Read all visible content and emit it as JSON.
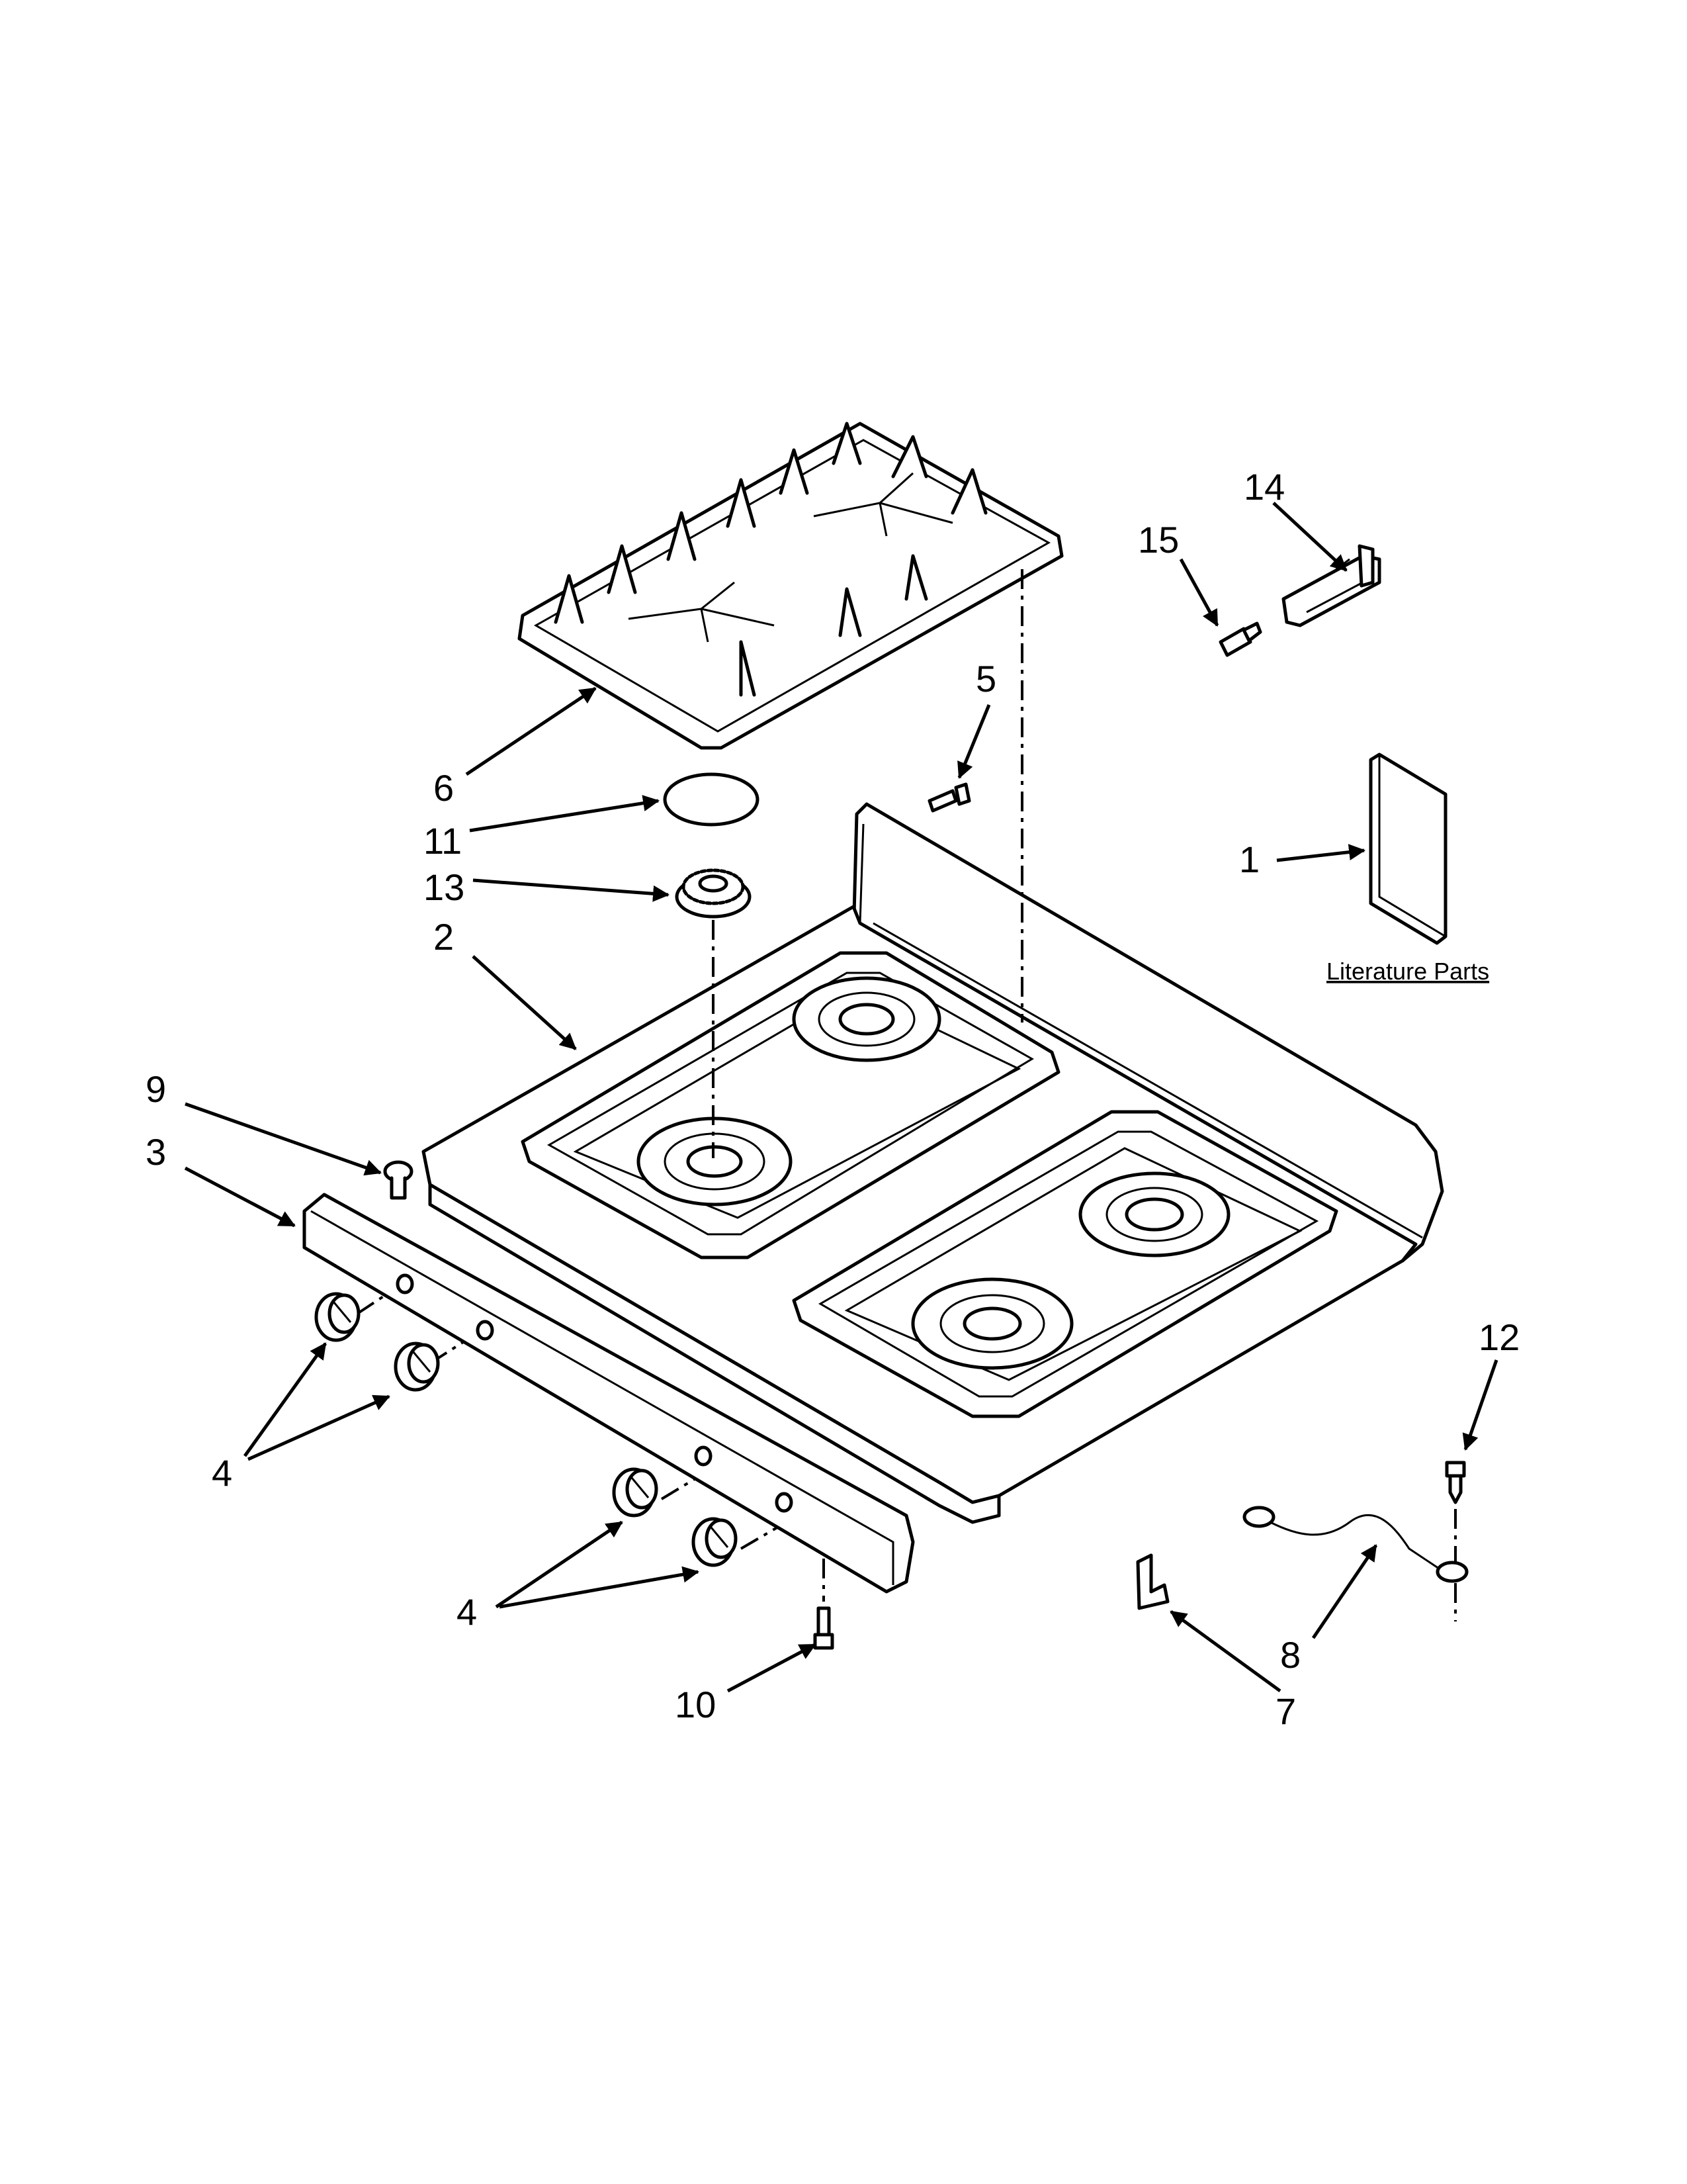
{
  "callouts": {
    "c1": "1",
    "c2": "2",
    "c3": "3",
    "c4a": "4",
    "c4b": "4",
    "c5": "5",
    "c6": "6",
    "c7": "7",
    "c8": "8",
    "c9": "9",
    "c10": "10",
    "c11": "11",
    "c12": "12",
    "c13": "13",
    "c14": "14",
    "c15": "15"
  },
  "literature_label": "Literature Parts"
}
